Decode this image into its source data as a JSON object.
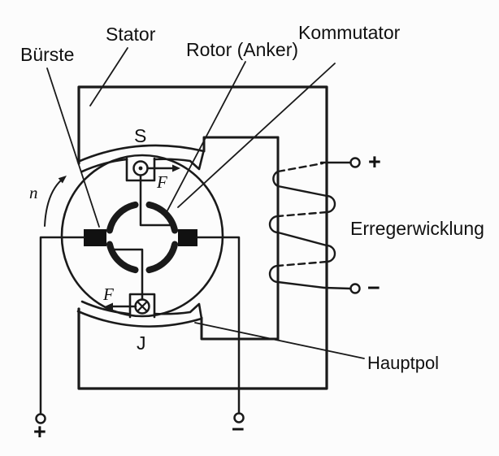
{
  "diagram": {
    "labels": {
      "stator": "Stator",
      "buerste": "Bürste",
      "rotor": "Rotor (Anker)",
      "kommutator": "Kommutator",
      "erregerwicklung": "Erregerwicklung",
      "hauptpol": "Hauptpol"
    },
    "pole_markings": {
      "top": "S",
      "bottom": "J"
    },
    "physics": {
      "rotation_speed": "n",
      "force_top": "F",
      "force_bottom": "F"
    },
    "field_terminals": {
      "plus": "+",
      "minus": "−"
    },
    "armature_terminals": {
      "plus": "+",
      "minus": "−"
    },
    "colors": {
      "line": "#1a1a1a",
      "background": "#fcfcfc",
      "brush_fill": "#111111"
    }
  }
}
